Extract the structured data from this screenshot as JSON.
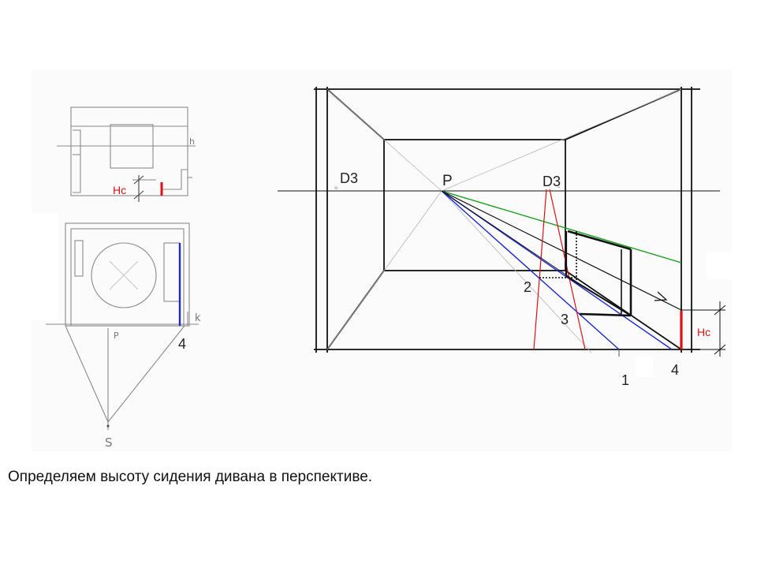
{
  "caption": "Определяем высоту сидения дивана в перспективе.",
  "plan": {
    "seat_label": "Hc",
    "horizon_mark": "h",
    "picture_plane_mark": "k",
    "center_mark": "P",
    "station_point": "S",
    "point_label": "4"
  },
  "perspective": {
    "vanishing_point": "P",
    "distance_point_left": "D3",
    "distance_point_right": "D3",
    "point_2": "2",
    "point_3": "3",
    "point_1": "1",
    "point_4": "4",
    "seat_height_label": "Hc"
  },
  "colors": {
    "red": "#dd1111",
    "blue": "#1a2bd6",
    "green": "#14a314",
    "paper": "#fbfbfb"
  }
}
